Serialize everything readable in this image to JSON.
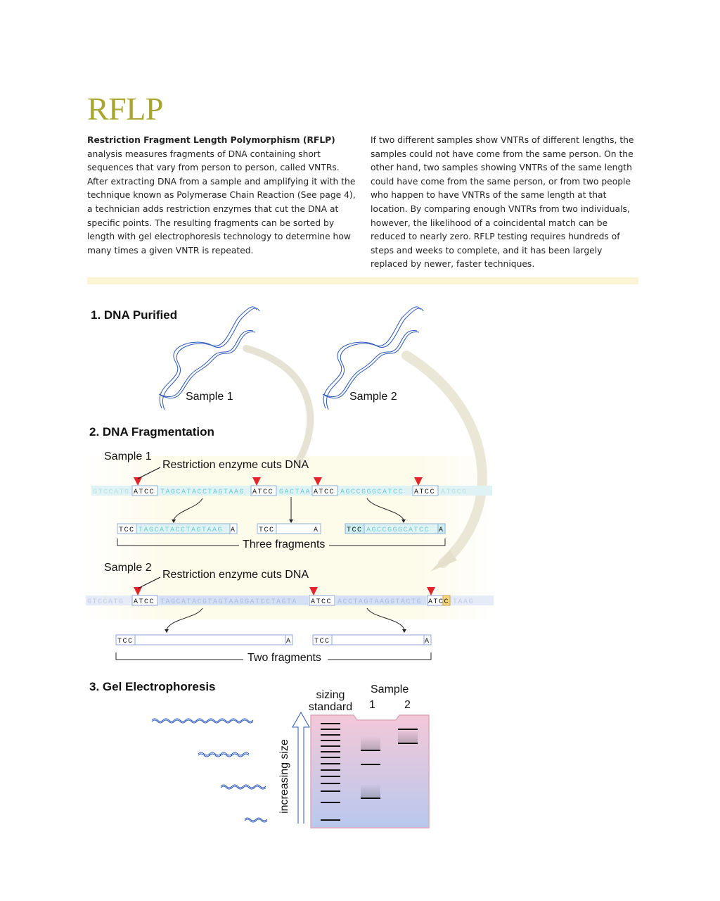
{
  "title": "RFLP",
  "intro": {
    "left_bold": "Restriction Fragment Length Polymorphism (RFLP)",
    "left_rest": " analysis measures fragments of DNA containing short sequences that vary from person to person, called VNTRs. After extracting DNA from a sample and amplifying it with the technique known as Polymerase Chain Reaction (See page 4), a technician adds restriction enzymes that cut the DNA at specific points. The resulting fragments can be sorted by length with gel electrophoresis technology to determine how many times a given VNTR is repeated.",
    "right": "If two different samples show VNTRs of different lengths, the samples could not have come from the same person. On the other hand, two samples showing VNTRs of the same length could have come from the same person, or from two people who happen to have VNTRs of the same length at that location. By comparing enough VNTRs from two individuals, however, the likelihood of a coincidental match can be reduced to nearly zero. RFLP testing requires hundreds of steps and weeks to complete, and it has been largely replaced by newer, faster techniques."
  },
  "step1": {
    "heading": "1. DNA Purified",
    "sample1": "Sample 1",
    "sample2": "Sample 2"
  },
  "step2": {
    "heading": "2. DNA Fragmentation",
    "s1_label": "Sample 1",
    "s1_enzyme": "Restriction enzyme cuts DNA",
    "s1_seq": {
      "pre": "GTCCATG",
      "site": "ATCC",
      "seg1": "TAGCATACCTAGTAAG",
      "seg2": "GACTAA",
      "seg3": "AGCCGGGCATCC",
      "post": "ATGCG"
    },
    "s1_frags": [
      {
        "start": "TCC",
        "mid": "TAGCATACCTAGTAAG",
        "end": "A"
      },
      {
        "start": "TCC",
        "mid": "",
        "end": "A"
      },
      {
        "start": "TCC",
        "mid": "AGCCGGGCATCC",
        "end": "A"
      }
    ],
    "s1_caption": "Three fragments",
    "s2_label": "Sample 2",
    "s2_enzyme": "Restriction enzyme cuts DNA",
    "s2_seq": {
      "pre": "GTCCATG",
      "site": "ATCC",
      "seg1": "TAGCATACGTAGTAAGGATCCTAGTA",
      "seg2": "ACCTAGTAAGGTACTG",
      "site_last": "ATCC",
      "post": "TAAG"
    },
    "s2_frags": [
      {
        "start": "TCC",
        "end": "A"
      },
      {
        "start": "TCC",
        "end": "A"
      }
    ],
    "s2_caption": "Two fragments"
  },
  "step3": {
    "heading": "3. Gel Electrophoresis",
    "sizing_standard": "sizing\nstandard",
    "sample_header": "Sample",
    "lane1": "1",
    "lane2": "2",
    "axis": "increasing size"
  },
  "colors": {
    "title": "#a8a531",
    "band": "#fbf5d6",
    "dna_blue": "#2b56b8",
    "site_cyan": "#9fdde0",
    "site_blue": "#b8c8ec",
    "cut_red": "#e3242b",
    "gel_top": "#f3c8d8",
    "gel_bottom": "#b8c8ee"
  }
}
